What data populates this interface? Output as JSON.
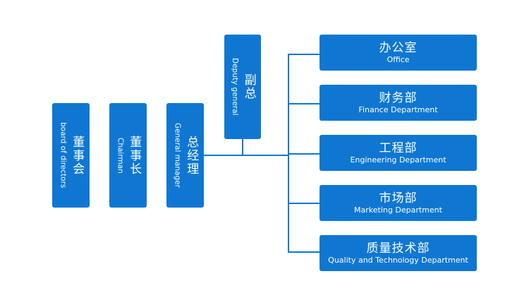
{
  "board": {
    "zh": "董事会",
    "en": "board of directors"
  },
  "chairman": {
    "zh": "董事长",
    "en": "Chairman"
  },
  "general_manager": {
    "zh": "总经理",
    "en": "General manager"
  },
  "deputy": {
    "zh": "副总",
    "en": "Deputy general"
  },
  "departments": [
    {
      "zh": "办公室",
      "en": "Office"
    },
    {
      "zh": "财务部",
      "en": "Finance Department"
    },
    {
      "zh": "工程部",
      "en": "Engineering Department"
    },
    {
      "zh": "市场部",
      "en": "Marketing Department"
    },
    {
      "zh": "质量技术部",
      "en": "Quality and Technology Department"
    }
  ],
  "colors": {
    "box": "#0f77d2",
    "text": "#ffffff",
    "line": "#0f77d2"
  }
}
